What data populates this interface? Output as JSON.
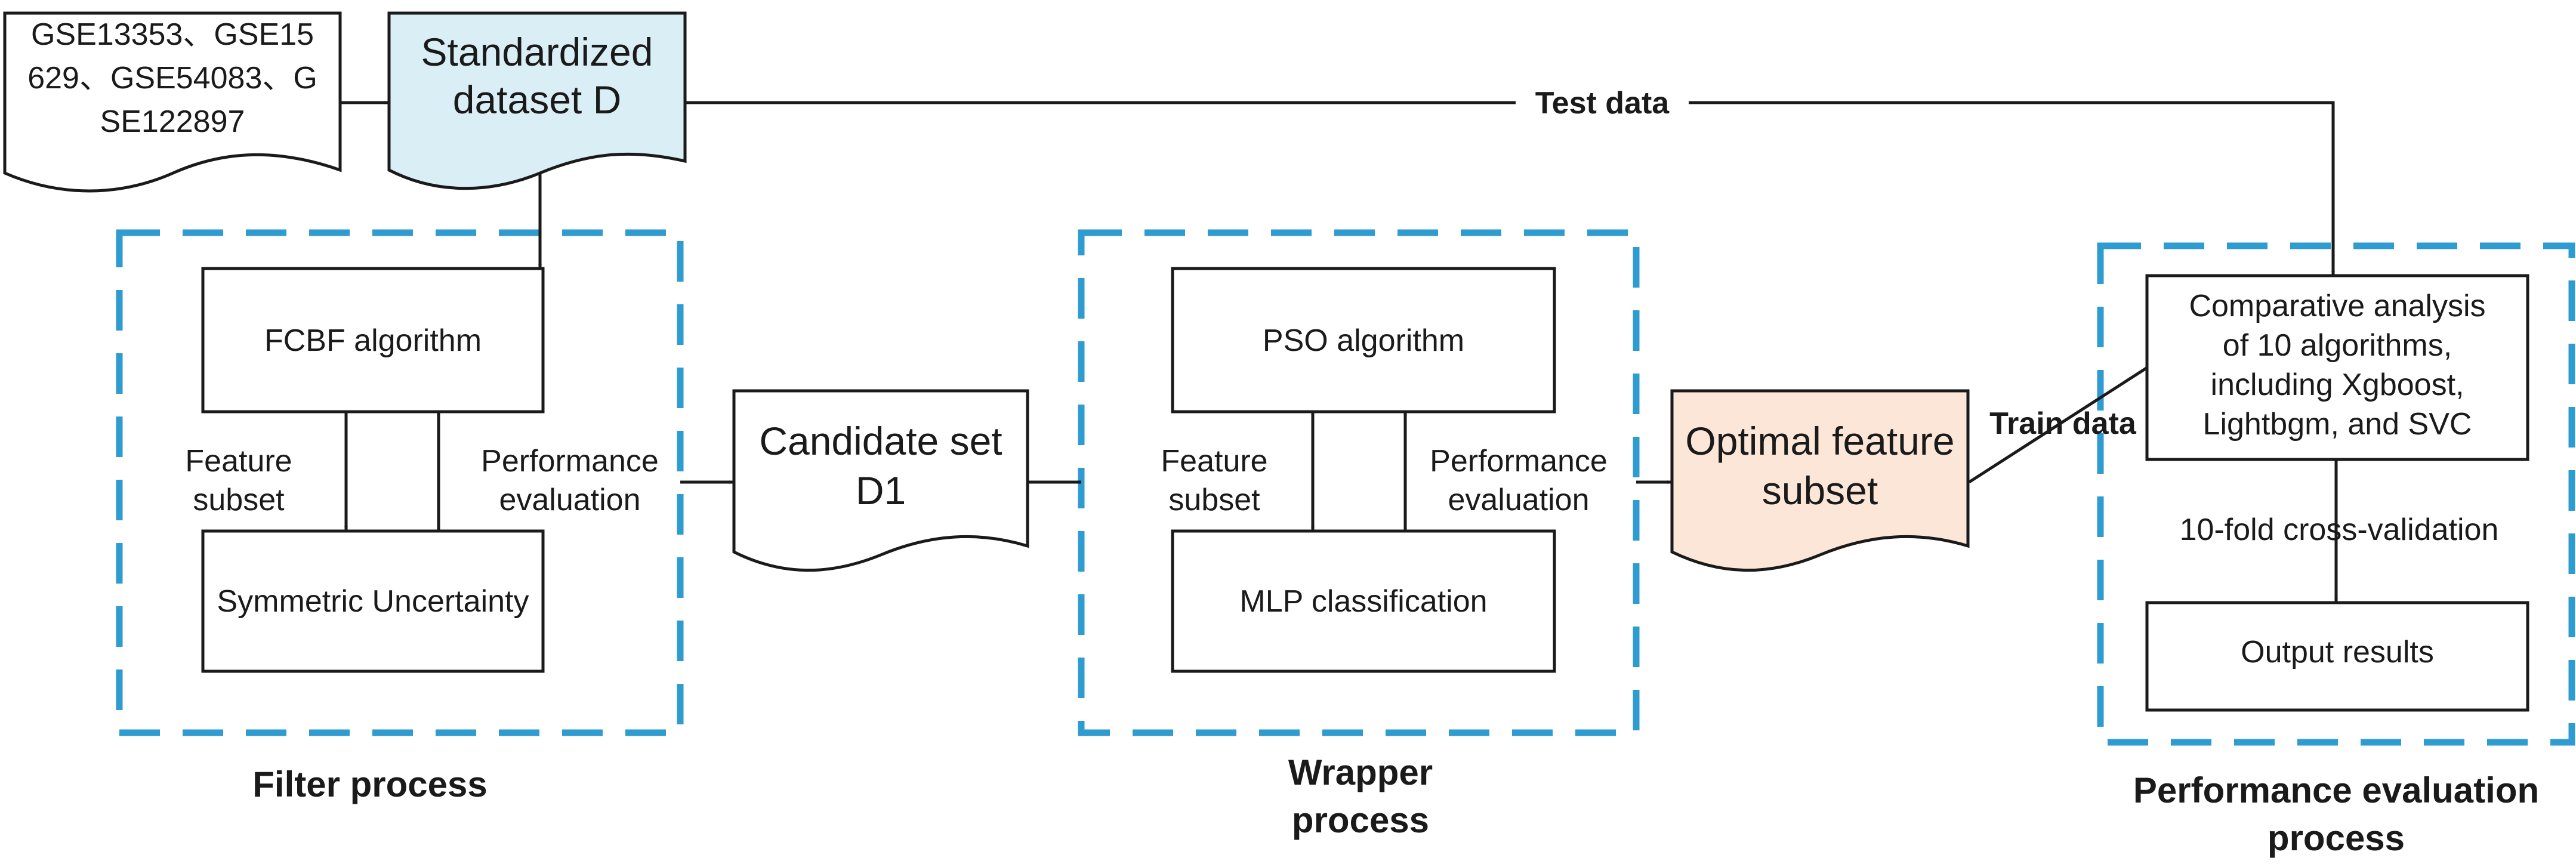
{
  "nodes": {
    "gse_sources": [
      "GSE13353、GSE15",
      "629、GSE54083、G",
      "SE122897"
    ],
    "standardized_dataset": [
      "Standardized",
      "dataset D"
    ],
    "fcbf": "FCBF algorithm",
    "symmetric_uncertainty": "Symmetric Uncertainty",
    "candidate_set": [
      "Candidate set",
      "D1"
    ],
    "pso": "PSO  algorithm",
    "mlp": "MLP classification",
    "optimal_subset": [
      "Optimal feature",
      "subset"
    ],
    "comparative": [
      "Comparative analysis",
      "of 10 algorithms,",
      "including Xgboost,",
      "Lightbgm, and SVC"
    ],
    "output": "Output results"
  },
  "edges": {
    "test_data": "Test data",
    "train_data": "Train data",
    "filter_feature_subset": [
      "Feature",
      "subset"
    ],
    "filter_performance": [
      "Performance",
      "evaluation"
    ],
    "wrapper_feature_subset": [
      "Feature",
      "subset"
    ],
    "wrapper_performance": [
      "Performance",
      "evaluation"
    ],
    "cross_validation": "10-fold cross-validation"
  },
  "groups": {
    "filter": [
      "Filter process"
    ],
    "wrapper": [
      "Wrapper",
      "process"
    ],
    "performance": [
      "Performance evaluation",
      "process"
    ]
  },
  "colors": {
    "group_border": "#2e9bd1",
    "standardized_fill": "#daeef6",
    "optimal_fill": "#fbe6d8"
  }
}
